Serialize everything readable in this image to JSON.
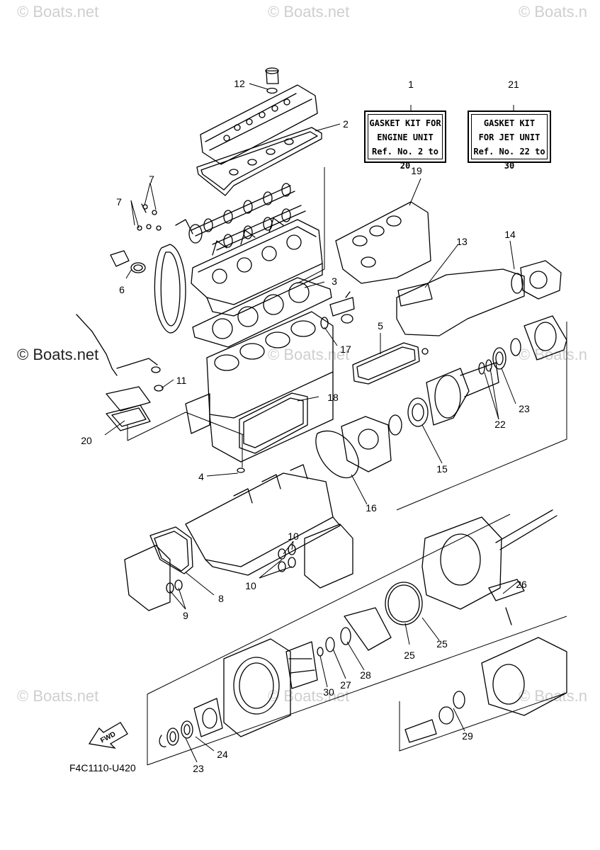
{
  "watermark": "© Boats.net",
  "watermark_partial": "© Boats.n",
  "kit_engine": {
    "line1": "GASKET KIT FOR",
    "line2": "ENGINE UNIT",
    "line3": "Ref. No. 2 to 20",
    "ref": "1"
  },
  "kit_jet": {
    "line1": "GASKET KIT",
    "line2": "FOR JET UNIT",
    "line3": "Ref. No. 22 to 30",
    "ref": "21"
  },
  "diagram_code": "F4C1110-U420",
  "fwd_label": "FWD",
  "callouts": {
    "c2": "2",
    "c3": "3",
    "c4": "4",
    "c5": "5",
    "c6": "6",
    "c7a": "7",
    "c7b": "7",
    "c8": "8",
    "c9": "9",
    "c10a": "10",
    "c10b": "10",
    "c11": "11",
    "c12": "12",
    "c13": "13",
    "c14": "14",
    "c15": "15",
    "c16": "16",
    "c17": "17",
    "c18": "18",
    "c19": "19",
    "c20": "20",
    "c22": "22",
    "c23a": "23",
    "c23b": "23",
    "c24": "24",
    "c25a": "25",
    "c25b": "25",
    "c26": "26",
    "c27": "27",
    "c28": "28",
    "c29": "29",
    "c30": "30"
  },
  "colors": {
    "ink": "#000000",
    "watermark": "#cfcfcf"
  }
}
